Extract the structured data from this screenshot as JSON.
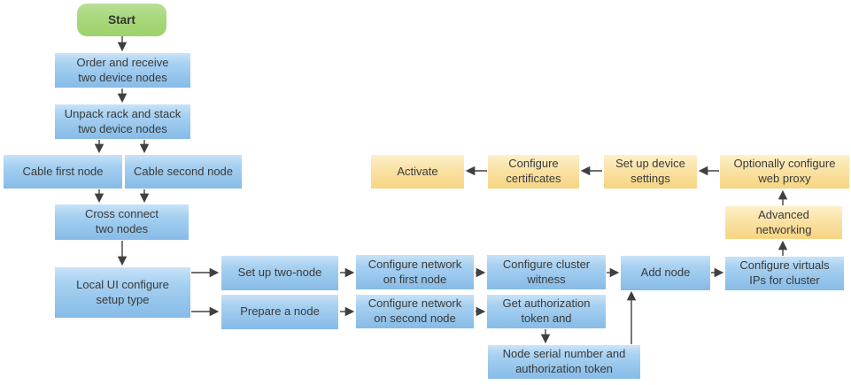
{
  "diagram": {
    "type": "flowchart",
    "colors": {
      "process_fill": "#86bbe7",
      "milestone_fill": "#f6d583",
      "start_fill": "#9cd26b",
      "arrow": "#404040",
      "text": "#3a3a3a",
      "background": "#ffffff"
    },
    "nodes": {
      "start": {
        "label": "Start",
        "shape": "rounded",
        "color": "green"
      },
      "order_receive": {
        "label": "Order and receive\ntwo device nodes",
        "color": "blue"
      },
      "unpack_rack": {
        "label": "Unpack rack and stack\ntwo device nodes",
        "color": "blue"
      },
      "cable_first": {
        "label": "Cable first node",
        "color": "blue"
      },
      "cable_second": {
        "label": "Cable second node",
        "color": "blue"
      },
      "cross_connect": {
        "label": "Cross connect\ntwo nodes",
        "color": "blue"
      },
      "local_ui": {
        "label": "Local UI configure\nsetup type",
        "color": "blue"
      },
      "set_up_two_node": {
        "label": "Set up two-node",
        "color": "blue"
      },
      "prepare_node": {
        "label": "Prepare a node",
        "color": "blue"
      },
      "config_net_first": {
        "label": "Configure network\non first node",
        "color": "blue"
      },
      "config_net_second": {
        "label": "Configure network\non second node",
        "color": "blue"
      },
      "cluster_witness": {
        "label": "Configure cluster\nwitness",
        "color": "blue"
      },
      "get_auth_token": {
        "label": "Get authorization\ntoken and",
        "color": "blue"
      },
      "node_serial": {
        "label": "Node serial number and\nauthorization token",
        "color": "blue"
      },
      "add_node": {
        "label": "Add node",
        "color": "blue"
      },
      "config_virtual_ips": {
        "label": "Configure virtuals\nIPs for cluster",
        "color": "blue"
      },
      "advanced_networking": {
        "label": "Advanced\nnetworking",
        "color": "yellow"
      },
      "web_proxy": {
        "label": "Optionally configure\nweb proxy",
        "color": "yellow"
      },
      "device_settings": {
        "label": "Set up device\nsettings",
        "color": "yellow"
      },
      "certificates": {
        "label": "Configure\ncertificates",
        "color": "yellow"
      },
      "activate": {
        "label": "Activate",
        "color": "yellow"
      }
    },
    "edges": [
      {
        "from": "start",
        "to": "order_receive"
      },
      {
        "from": "order_receive",
        "to": "unpack_rack"
      },
      {
        "from": "unpack_rack",
        "to": "cable_first"
      },
      {
        "from": "unpack_rack",
        "to": "cable_second"
      },
      {
        "from": "cable_first",
        "to": "cross_connect"
      },
      {
        "from": "cable_second",
        "to": "cross_connect"
      },
      {
        "from": "cross_connect",
        "to": "local_ui"
      },
      {
        "from": "local_ui",
        "to": "set_up_two_node"
      },
      {
        "from": "local_ui",
        "to": "prepare_node"
      },
      {
        "from": "set_up_two_node",
        "to": "config_net_first"
      },
      {
        "from": "prepare_node",
        "to": "config_net_second"
      },
      {
        "from": "config_net_first",
        "to": "cluster_witness"
      },
      {
        "from": "config_net_second",
        "to": "get_auth_token"
      },
      {
        "from": "cluster_witness",
        "to": "add_node"
      },
      {
        "from": "get_auth_token",
        "to": "node_serial"
      },
      {
        "from": "node_serial",
        "to": "add_node"
      },
      {
        "from": "add_node",
        "to": "config_virtual_ips"
      },
      {
        "from": "config_virtual_ips",
        "to": "advanced_networking"
      },
      {
        "from": "advanced_networking",
        "to": "web_proxy"
      },
      {
        "from": "web_proxy",
        "to": "device_settings"
      },
      {
        "from": "device_settings",
        "to": "certificates"
      },
      {
        "from": "certificates",
        "to": "activate"
      }
    ]
  }
}
